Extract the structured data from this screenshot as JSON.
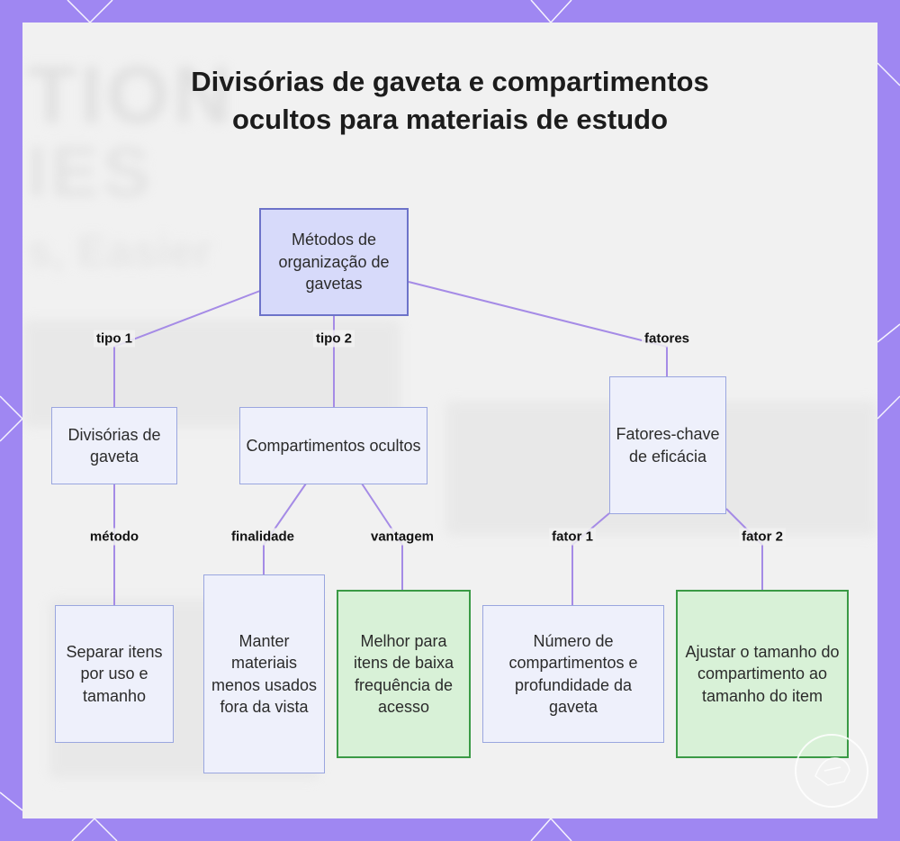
{
  "title": "Divisórias de gaveta e compartimentos ocultos para materiais de estudo",
  "background_text": [
    "TION",
    "IES",
    "s, Easier"
  ],
  "nodes": {
    "root": "Métodos de organização de gavetas",
    "divisorias": "Divisórias de gaveta",
    "compartimentos": "Compartimentos ocultos",
    "fatores": "Fatores-chave de eficácia",
    "separar": "Separar itens por uso e tamanho",
    "manter": "Manter materiais menos usados fora da vista",
    "melhor": "Melhor para itens de baixa frequência de acesso",
    "numero": "Número de compartimentos e profundidade da gaveta",
    "ajustar": "Ajustar o tamanho do compartimento ao tamanho do item"
  },
  "edge_labels": {
    "tipo1": "tipo 1",
    "tipo2": "tipo 2",
    "fatores": "fatores",
    "metodo": "método",
    "finalidade": "finalidade",
    "vantagem": "vantagem",
    "fator1": "fator 1",
    "fator2": "fator 2"
  },
  "colors": {
    "frame": "#9f87f2",
    "panel": "#f1f1f1",
    "edge": "#a58be6",
    "node_fill": "#eef0fb",
    "node_border": "#9aa6df",
    "root_fill": "#d7dafa",
    "root_border": "#6d73c9",
    "green_fill": "#d8f1d7",
    "green_border": "#3a9a45"
  }
}
